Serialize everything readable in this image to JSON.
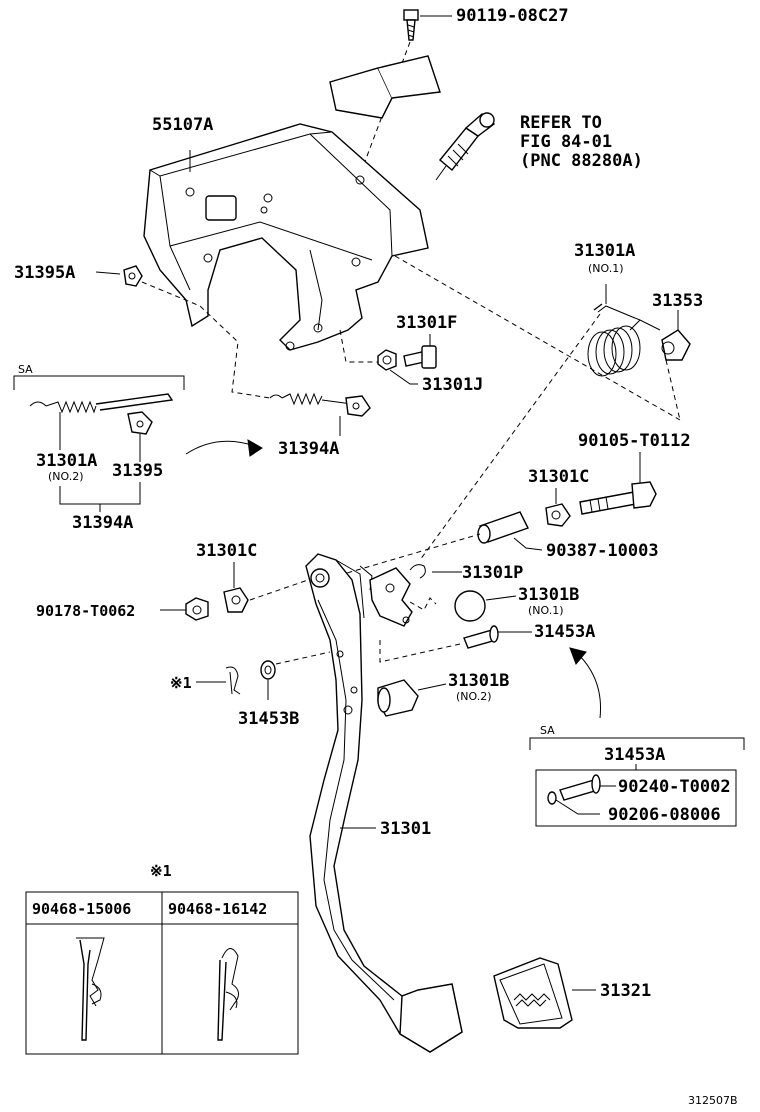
{
  "labels": {
    "p90119": "90119-08C27",
    "p55107a": "55107A",
    "refer1": "REFER TO",
    "refer2": "FIG 84-01",
    "refer3": "(PNC 88280A)",
    "p31395a": "31395A",
    "p31301a_top": "31301A",
    "no1_top": "(NO.1)",
    "p31353": "31353",
    "p31301f": "31301F",
    "p31301j": "31301J",
    "sa_left": "SA",
    "p31394a_mid": "31394A",
    "p31301a_sa": "31301A",
    "no2_sa": "(NO.2)",
    "p31395_sa": "31395",
    "p31394a_sa": "31394A",
    "p90105": "90105-T0112",
    "p31301c_right": "31301C",
    "p90387": "90387-10003",
    "p31301c_left": "31301C",
    "p31301p": "31301P",
    "p90178": "90178-T0062",
    "p31301b_1": "31301B",
    "no1_b": "(NO.1)",
    "p31453a": "31453A",
    "mark1": "※1",
    "p31301b_2": "31301B",
    "no2_b": "(NO.2)",
    "p31453b": "31453B",
    "sa_right": "SA",
    "p31453a_sa": "31453A",
    "p90240": "90240-T0002",
    "p90206": "90206-08006",
    "p31301": "31301",
    "mark1_table": "※1",
    "tbl_col1": "90468-15006",
    "tbl_col2": "90468-16142",
    "p31321": "31321",
    "fig_id": "312507B"
  }
}
